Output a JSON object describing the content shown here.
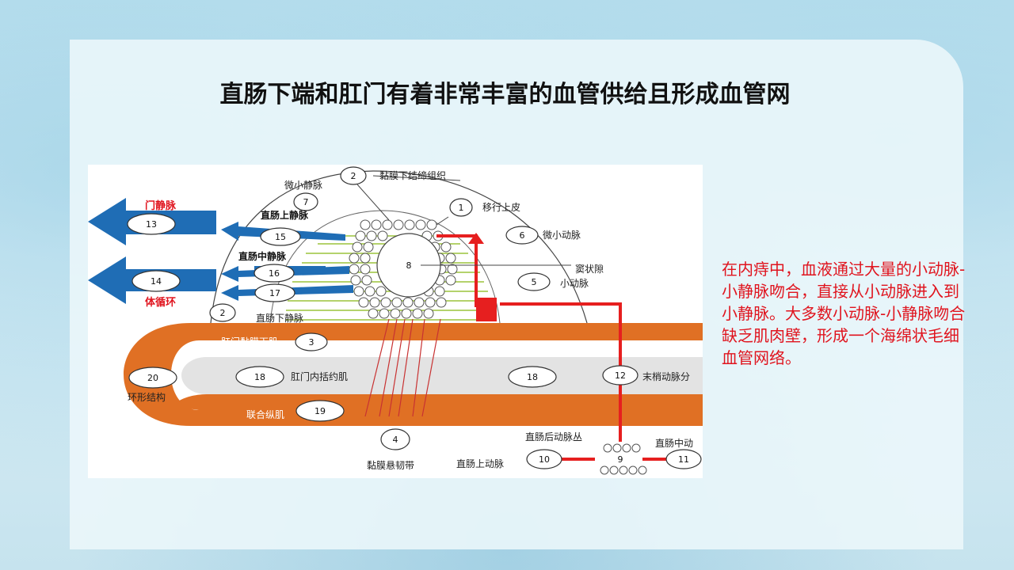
{
  "slide": {
    "title": "直肠下端和肛门有着非常丰富的血管供给且形成血管网",
    "note": "在内痔中，血液通过大量的小动脉-小静脉吻合，直接从小动脉进入到小静脉。大多数小动脉-小静脉吻合缺乏肌肉壁，形成一个海绵状毛细血管网络。"
  },
  "diagram": {
    "labels": {
      "submucosa_tissue": "黏膜下结缔组织",
      "venule": "微小静脉",
      "transitional_epithelium": "移行上皮",
      "arteriole_small": "微小动脉",
      "sinusoid": "窦状隙",
      "small_artery": "小动脉",
      "portal_vein": "门静脉",
      "systemic_circulation": "体循环",
      "superior_rectal_vein": "直肠上静脉",
      "middle_rectal_vein": "直肠中静脉",
      "inferior_rectal_vein": "直肠下静脉",
      "anal_submucosal_muscle": "肛门黏膜下肌",
      "internal_sphincter": "肛门内括约肌",
      "terminal_artery_branch": "末梢动脉分",
      "ring_structure": "环形结构",
      "conjoint_longitudinal": "联合纵肌",
      "mucosal_suspensory_ligament": "黏膜悬韧带",
      "posterior_rectal_plexus": "直肠后动脉丛",
      "superior_rectal_artery": "直肠上动脉",
      "middle_rectal_artery": "直肠中动"
    },
    "numbers": [
      "1",
      "2",
      "3",
      "4",
      "5",
      "6",
      "7",
      "8",
      "9",
      "10",
      "11",
      "12",
      "13",
      "14",
      "15",
      "16",
      "17",
      "18",
      "19",
      "20"
    ],
    "colors": {
      "muscle": "#e07024",
      "vein": "#1f6db5",
      "artery": "#e61f1f",
      "inner": "#e3e3e3",
      "fibers": "#9cc33c"
    }
  }
}
